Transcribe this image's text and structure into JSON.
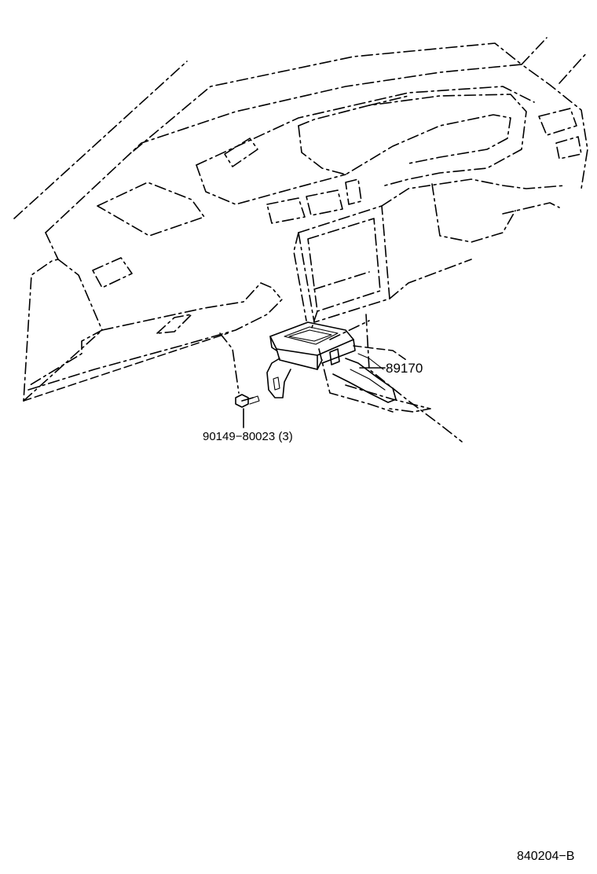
{
  "parts": [
    {
      "id": "part-89170",
      "label": "89170"
    },
    {
      "id": "part-bolt",
      "label": "90149−80023 (3)"
    }
  ],
  "figure_code": "840204−B",
  "colors": {
    "line": "#000000",
    "background": "#ffffff"
  }
}
